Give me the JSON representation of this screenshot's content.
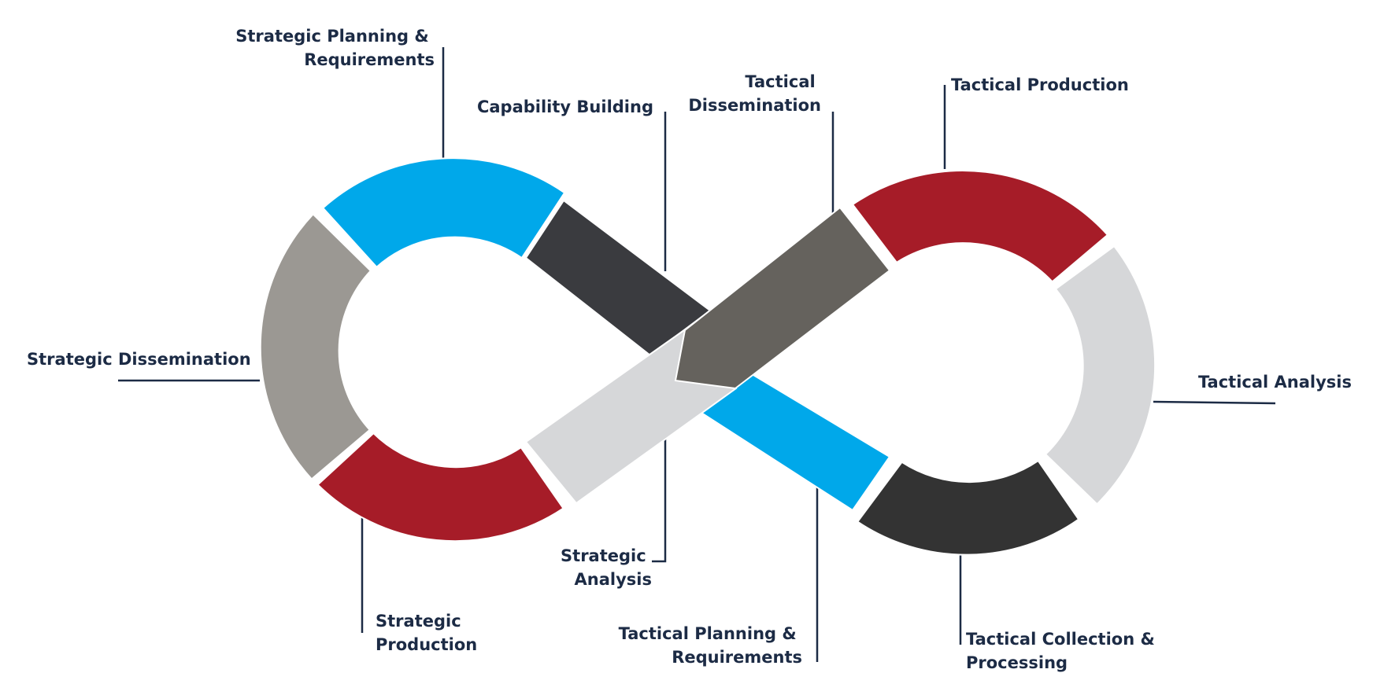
{
  "colors": {
    "blue": "#00a8ea",
    "red": "#a61c28",
    "gray": "#9b9893",
    "light_gray": "#d6d7d9",
    "dark": "#3a3b3f",
    "darker": "#333333",
    "mid_gray": "#65625d",
    "text": "#1c2b45",
    "leader": "#1c2b45"
  },
  "labels": {
    "strategic_planning": [
      "Strategic Planning &",
      "Requirements"
    ],
    "capability_building": [
      "Capability Building"
    ],
    "tactical_dissemination": [
      "Tactical",
      "Dissemination"
    ],
    "tactical_production": [
      "Tactical Production"
    ],
    "strategic_dissemination": [
      "Strategic Dissemination"
    ],
    "tactical_analysis": [
      "Tactical Analysis"
    ],
    "strategic_analysis": [
      "Strategic",
      "Analysis"
    ],
    "strategic_production": [
      "Strategic",
      "Production"
    ],
    "tactical_planning": [
      "Tactical Planning &",
      "Requirements"
    ],
    "tactical_collection": [
      "Tactical Collection &",
      "Processing"
    ]
  }
}
